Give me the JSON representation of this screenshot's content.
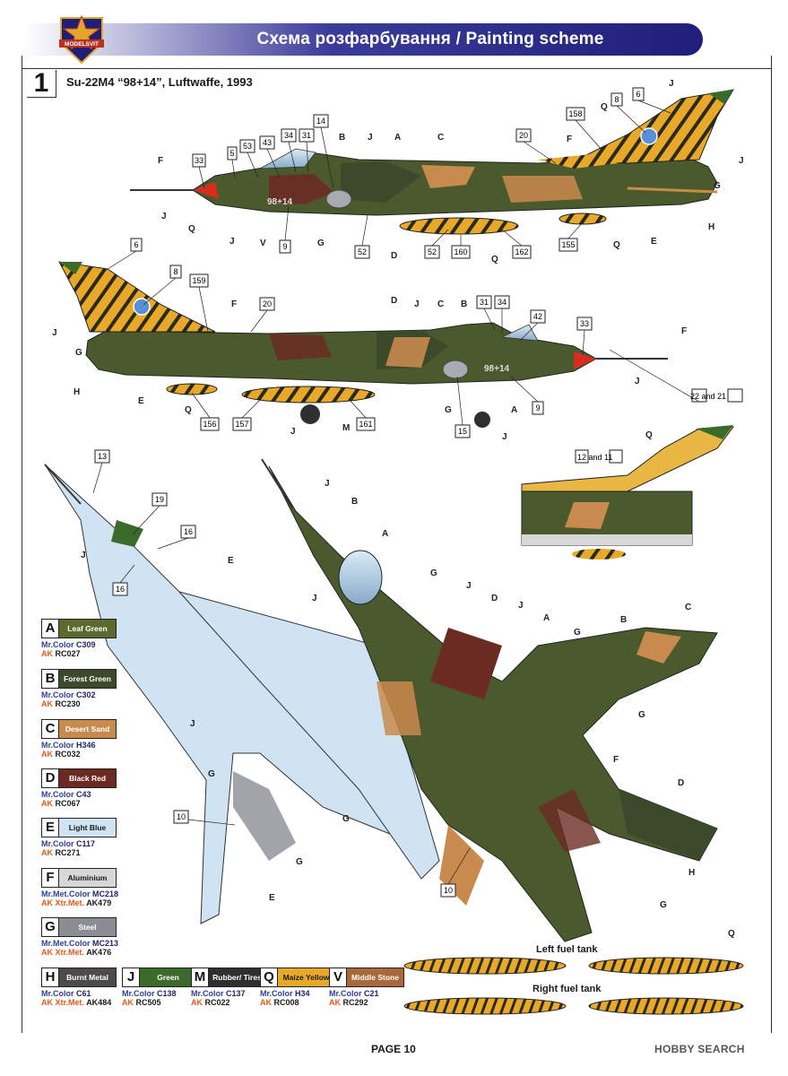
{
  "header": {
    "title": "Схема розфарбування / Painting scheme",
    "logo_text": "MODELSVIT"
  },
  "scheme": {
    "number": "1",
    "subtitle": "Su-22M4 “98+14”, Luftwaffe, 1993"
  },
  "aircraft": {
    "serial": "98+14"
  },
  "callouts": {
    "top_side": [
      "33",
      "5",
      "53",
      "43",
      "34",
      "31",
      "14",
      "9",
      "52",
      "52",
      "160",
      "162",
      "155",
      "20",
      "158",
      "8",
      "6"
    ],
    "top_side_letters": [
      "F",
      "J",
      "Q",
      "J",
      "V",
      "G",
      "B",
      "J",
      "A",
      "C",
      "D",
      "Q",
      "Q",
      "E",
      "H",
      "G",
      "J",
      "F",
      "Q",
      "J"
    ],
    "bottom_side": [
      "6",
      "8",
      "159",
      "20",
      "31",
      "34",
      "42",
      "33",
      "9",
      "15",
      "156",
      "157",
      "161"
    ],
    "bottom_side_letters": [
      "J",
      "G",
      "H",
      "E",
      "Q",
      "F",
      "D",
      "J",
      "C",
      "B",
      "F",
      "J",
      "A",
      "G",
      "M",
      "J",
      "J"
    ],
    "tail_detail": [
      "22 and 21",
      "12 and 11"
    ],
    "tail_detail_letters": [
      "Q"
    ],
    "underside": [
      "13",
      "19",
      "16",
      "16",
      "10"
    ],
    "underside_letters": [
      "J",
      "E",
      "J",
      "J",
      "G",
      "G",
      "G",
      "E"
    ],
    "upperside": [
      "10"
    ],
    "upperside_letters": [
      "J",
      "B",
      "A",
      "G",
      "J",
      "D",
      "J",
      "A",
      "G",
      "B",
      "C",
      "G",
      "F",
      "D",
      "H",
      "G"
    ]
  },
  "colors": [
    {
      "letter": "A",
      "name": "Leaf Green",
      "mr_label": "Mr.Color",
      "mr_code": "C309",
      "ak_label": "AK",
      "ak_code": "RC027",
      "hex": "#5c6b2d",
      "text_hex": "#ffffff"
    },
    {
      "letter": "B",
      "name": "Forest Green",
      "mr_label": "Mr.Color",
      "mr_code": "C302",
      "ak_label": "AK",
      "ak_code": "RC230",
      "hex": "#3a4a2a",
      "text_hex": "#ffffff"
    },
    {
      "letter": "C",
      "name": "Desert Sand",
      "mr_label": "Mr.Color",
      "mr_code": "H346",
      "ak_label": "AK",
      "ak_code": "RC032",
      "hex": "#c98a4e",
      "text_hex": "#ffffff"
    },
    {
      "letter": "D",
      "name": "Black Red",
      "mr_label": "Mr.Color",
      "mr_code": "C43",
      "ak_label": "AK",
      "ak_code": "RC067",
      "hex": "#6b2b23",
      "text_hex": "#ffffff"
    },
    {
      "letter": "E",
      "name": "Light Blue",
      "mr_label": "Mr.Color",
      "mr_code": "C117",
      "ak_label": "AK",
      "ak_code": "RC271",
      "hex": "#cfe3f2",
      "text_hex": "#1a1a1a"
    },
    {
      "letter": "F",
      "name": "Aluminium",
      "mr_label": "Mr.Met.Color",
      "mr_code": "MC218",
      "ak_label": "AK Xtr.Met.",
      "ak_code": "AK479",
      "hex": "#d7d7d7",
      "text_hex": "#1a1a1a"
    },
    {
      "letter": "G",
      "name": "Steel",
      "mr_label": "Mr.Met.Color",
      "mr_code": "MC213",
      "ak_label": "AK Xtr.Met.",
      "ak_code": "AK476",
      "hex": "#8c8c95",
      "text_hex": "#ffffff"
    },
    {
      "letter": "H",
      "name": "Burnt Metal",
      "mr_label": "Mr.Color",
      "mr_code": "C61",
      "ak_label": "AK Xtr.Met.",
      "ak_code": "AK484",
      "hex": "#4d4a4a",
      "text_hex": "#ffffff"
    },
    {
      "letter": "J",
      "name": "Green",
      "mr_label": "Mr.Color",
      "mr_code": "C138",
      "ak_label": "AK",
      "ak_code": "RC505",
      "hex": "#3b6b2b",
      "text_hex": "#ffffff"
    },
    {
      "letter": "M",
      "name": "Rubber/ Tires",
      "mr_label": "Mr.Color",
      "mr_code": "C137",
      "ak_label": "AK",
      "ak_code": "RC022",
      "hex": "#2f2f2f",
      "text_hex": "#ffffff"
    },
    {
      "letter": "Q",
      "name": "Maize Yellow",
      "mr_label": "Mr.Color",
      "mr_code": "H34",
      "ak_label": "AK",
      "ak_code": "RC008",
      "hex": "#e8a92a",
      "text_hex": "#1a1a1a"
    },
    {
      "letter": "V",
      "name": "Middle Stone",
      "mr_label": "Mr.Color",
      "mr_code": "C21",
      "ak_label": "AK",
      "ak_code": "RC292",
      "hex": "#a9693a",
      "text_hex": "#ffffff"
    }
  ],
  "tanks": {
    "left_label": "Left fuel tank",
    "right_label": "Right fuel tank",
    "paint_letter": "Q"
  },
  "footer": {
    "page": "PAGE 10",
    "watermark": "HOBBY SEARCH"
  }
}
